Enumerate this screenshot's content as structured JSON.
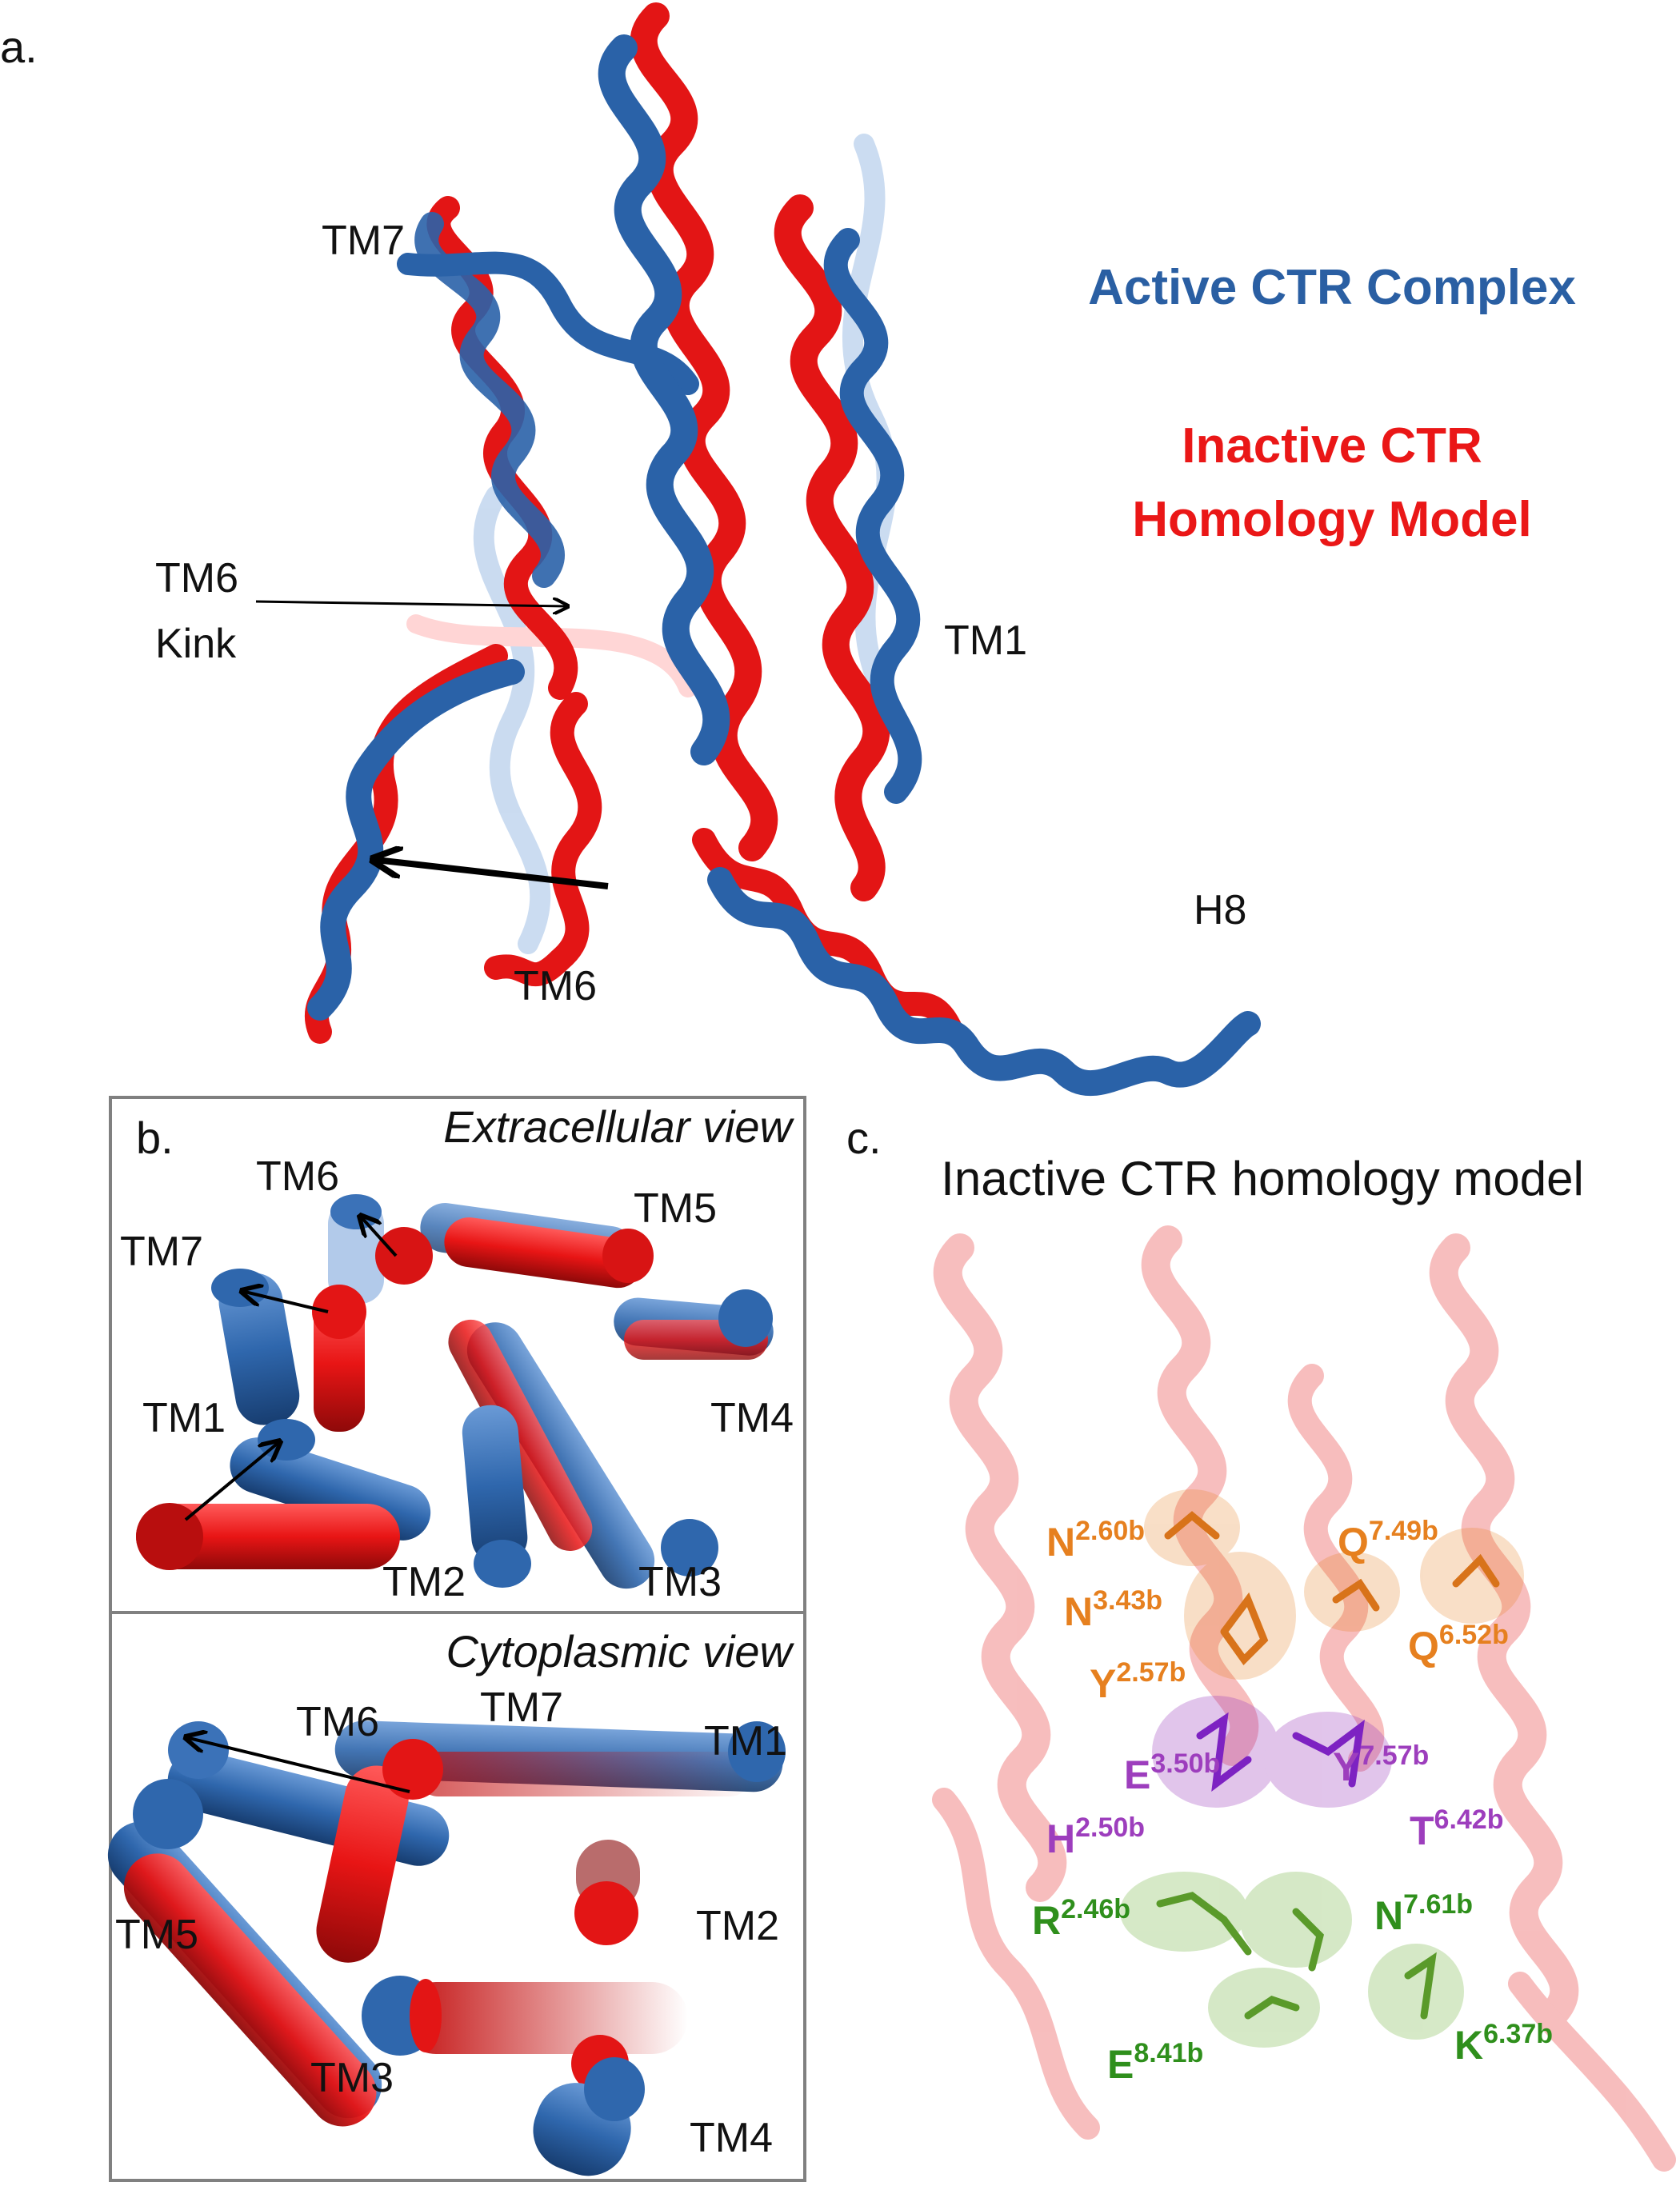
{
  "panel_a": {
    "letter": "a.",
    "labels": {
      "tm7": "TM7",
      "tm6_kink_line1": "TM6",
      "tm6_kink_line2": "Kink",
      "tm1": "TM1",
      "h8": "H8",
      "tm6": "TM6"
    },
    "legend": {
      "active": "Active CTR Complex",
      "inactive_line1": "Inactive CTR",
      "inactive_line2": "Homology Model"
    },
    "colors": {
      "active": "#2a5fa3",
      "inactive": "#ea1717"
    }
  },
  "panel_b": {
    "letter": "b.",
    "extracellular": {
      "title": "Extracellular view",
      "labels": {
        "tm6": "TM6",
        "tm5": "TM5",
        "tm7": "TM7",
        "tm4": "TM4",
        "tm1": "TM1",
        "tm2": "TM2",
        "tm3": "TM3"
      }
    },
    "cytoplasmic": {
      "title": "Cytoplasmic view",
      "labels": {
        "tm6": "TM6",
        "tm7": "TM7",
        "tm1": "TM1",
        "tm5": "TM5",
        "tm2": "TM2",
        "tm3": "TM3",
        "tm4": "TM4"
      }
    }
  },
  "panel_c": {
    "letter": "c.",
    "title": "Inactive CTR homology model",
    "residues": {
      "n260": {
        "letter": "N",
        "num": "2.60b"
      },
      "q749": {
        "letter": "Q",
        "num": "7.49b"
      },
      "n343": {
        "letter": "N",
        "num": "3.43b"
      },
      "q652": {
        "letter": "Q",
        "num": "6.52b"
      },
      "y257": {
        "letter": "Y",
        "num": "2.57b"
      },
      "e350": {
        "letter": "E",
        "num": "3.50b"
      },
      "y757": {
        "letter": "Y",
        "num": "7.57b"
      },
      "h250": {
        "letter": "H",
        "num": "2.50b"
      },
      "t642": {
        "letter": "T",
        "num": "6.42b"
      },
      "r246": {
        "letter": "R",
        "num": "2.46b"
      },
      "n761": {
        "letter": "N",
        "num": "7.61b"
      },
      "e841": {
        "letter": "E",
        "num": "8.41b"
      },
      "k637": {
        "letter": "K",
        "num": "6.37b"
      }
    },
    "colors": {
      "orange": "#e6801f",
      "purple": "#9d3ebd",
      "green": "#2f8f1c"
    }
  }
}
